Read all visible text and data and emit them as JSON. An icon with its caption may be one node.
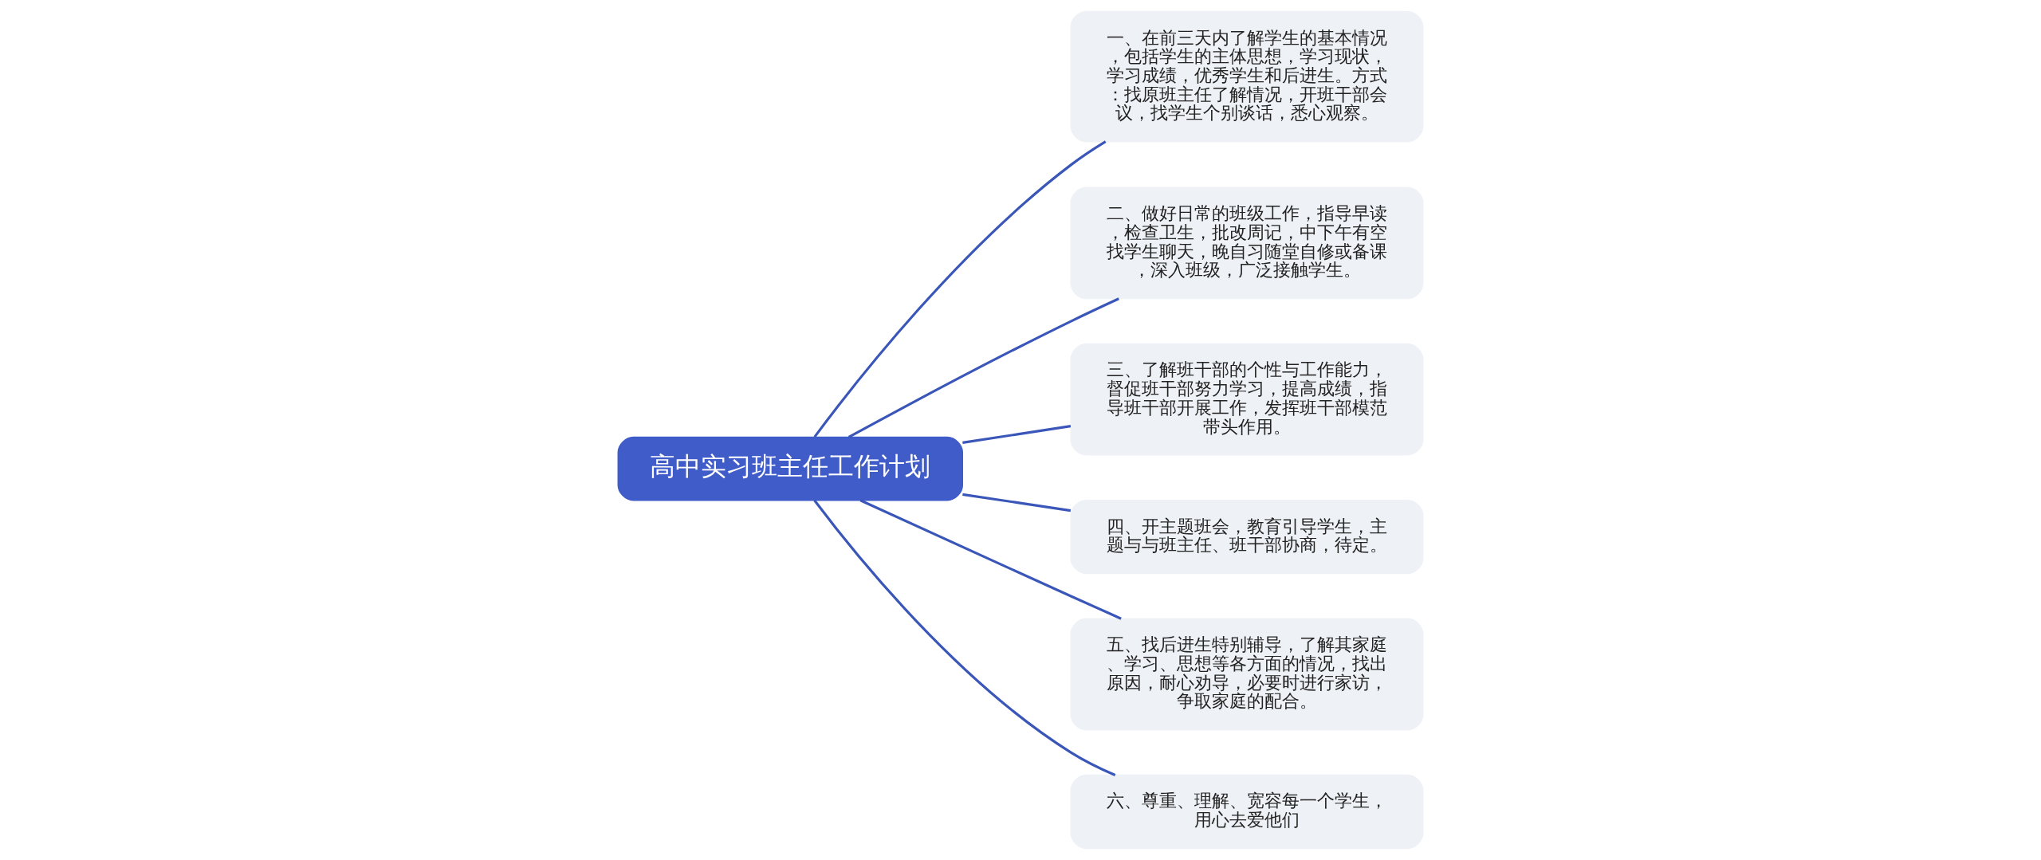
{
  "diagram": {
    "nodes": [
      {
        "text": [
          "高中实习班主任工作计划"
        ]
      },
      {
        "text": [
          "一、在前三天内了解学生的基本情况，包括学生的主体思想，学习现状，学习成绩，优秀学生和后进生。方式：找原班主任了解情况，开班干部会议，找学生个别谈话，悉心观察。"
        ]
      },
      {
        "text": [
          "二、做好日常的班级工作，指导早读，检查卫生，批改周记，中下午有空找学生聊天，晚自习随堂自修或备课，深入班级，广泛接触学生。"
        ]
      },
      {
        "text": [
          "三、了解班干部的个性与工作能力，督促班干部努力学习，提高成绩，指导班干部开展工作，发挥班干部模范带头作用。"
        ]
      },
      {
        "text": [
          "四、开主题班会，教育引导学生，主题与与班主任、班干部协商，待定。"
        ]
      },
      {
        "text": [
          "五、找后进生特别辅导，了解其家庭、学习、思想等各方面的情况，找出原因，耐心劝导，必要时进行家访，争取家庭的配合。"
        ]
      },
      {
        "text": [
          "六、尊重、理解、宽容每一个学生，用心去爱他们"
        ]
      }
    ],
    "edges": [
      {
        "from": 0,
        "to": 1,
        "arrow": "none"
      },
      {
        "from": 0,
        "to": 2,
        "arrow": "none"
      },
      {
        "from": 0,
        "to": 3,
        "arrow": "none"
      },
      {
        "from": 0,
        "to": 4,
        "arrow": "none"
      },
      {
        "from": 0,
        "to": 5,
        "arrow": "none"
      },
      {
        "from": 0,
        "to": 6,
        "arrow": "none"
      }
    ]
  }
}
